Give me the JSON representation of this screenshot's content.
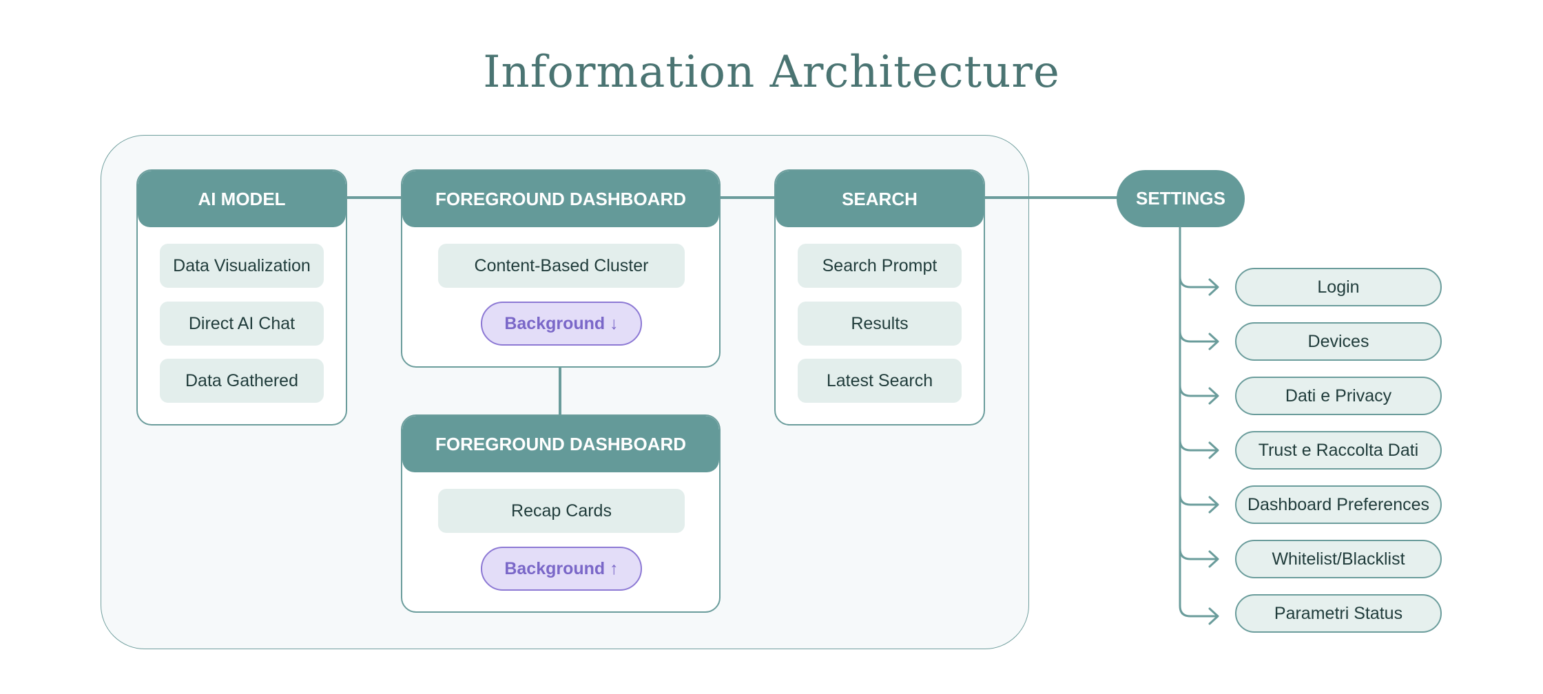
{
  "title": "Information Architecture",
  "ai_model": {
    "header": "AI MODEL",
    "items": [
      "Data Visualization",
      "Direct AI Chat",
      "Data Gathered"
    ]
  },
  "foreground_top": {
    "header": "FOREGROUND DASHBOARD",
    "item": "Content-Based Cluster",
    "background_label": "Background ↓"
  },
  "foreground_bottom": {
    "header": "FOREGROUND DASHBOARD",
    "item": "Recap Cards",
    "background_label": "Background ↑"
  },
  "search": {
    "header": "SEARCH",
    "items": [
      "Search Prompt",
      "Results",
      "Latest Search"
    ]
  },
  "settings": {
    "header": "SETTINGS",
    "items": [
      "Login",
      "Devices",
      "Dati e Privacy",
      "Trust e Raccolta Dati",
      "Dashboard Preferences",
      "Whitelist/Blacklist",
      "Parametri Status"
    ]
  },
  "colors": {
    "teal": "#649a99",
    "item_bg": "#e3eeec",
    "background_pill": "#e3ddf8",
    "background_text": "#7a67c8"
  }
}
